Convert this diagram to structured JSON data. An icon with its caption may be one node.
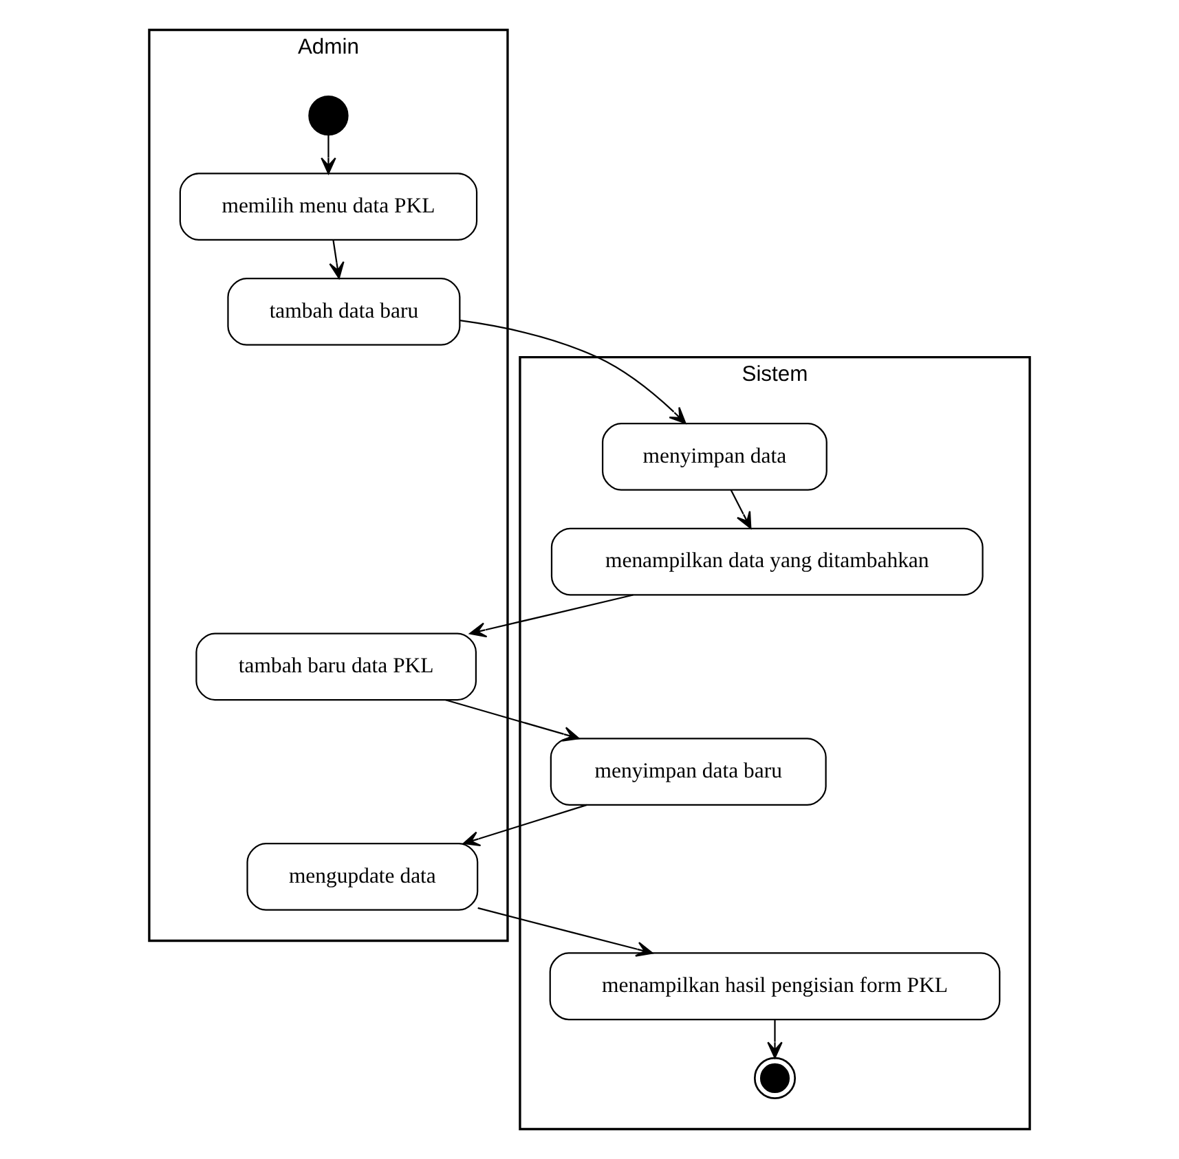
{
  "diagram": {
    "nodes": [
      {
        "text": [
          "Admin"
        ]
      },
      {
        "text": [
          "Sistem"
        ]
      },
      {
        "text": [],
        "shape": "circle",
        "in": 0
      },
      {
        "text": [
          "memilih menu data PKL"
        ],
        "in": 0
      },
      {
        "text": [
          "tambah data baru"
        ],
        "in": 0
      },
      {
        "text": [
          "menyimpan data"
        ],
        "in": 1
      },
      {
        "text": [
          "menampilkan data yang ditambahkan"
        ],
        "in": 1
      },
      {
        "text": [
          "tambah baru data PKL"
        ],
        "in": 0
      },
      {
        "text": [
          "menyimpan data baru"
        ],
        "in": 1
      },
      {
        "text": [
          "mengupdate data"
        ],
        "in": 0
      },
      {
        "text": [
          "menampilkan hasil pengisian form PKL"
        ],
        "in": 1
      },
      {
        "text": [],
        "shape": "circle",
        "in": 1
      }
    ],
    "edges": [
      {
        "from": 2,
        "to": 3,
        "arrow": "to"
      },
      {
        "from": 3,
        "to": 4,
        "arrow": "to"
      },
      {
        "from": 4,
        "to": 5,
        "arrow": "to"
      },
      {
        "from": 5,
        "to": 6,
        "arrow": "to"
      },
      {
        "from": 6,
        "to": 7,
        "arrow": "to"
      },
      {
        "from": 7,
        "to": 8,
        "arrow": "to"
      },
      {
        "from": 8,
        "to": 9,
        "arrow": "to"
      },
      {
        "from": 9,
        "to": 10,
        "arrow": "to"
      },
      {
        "from": 10,
        "to": 11,
        "arrow": "to"
      }
    ]
  }
}
